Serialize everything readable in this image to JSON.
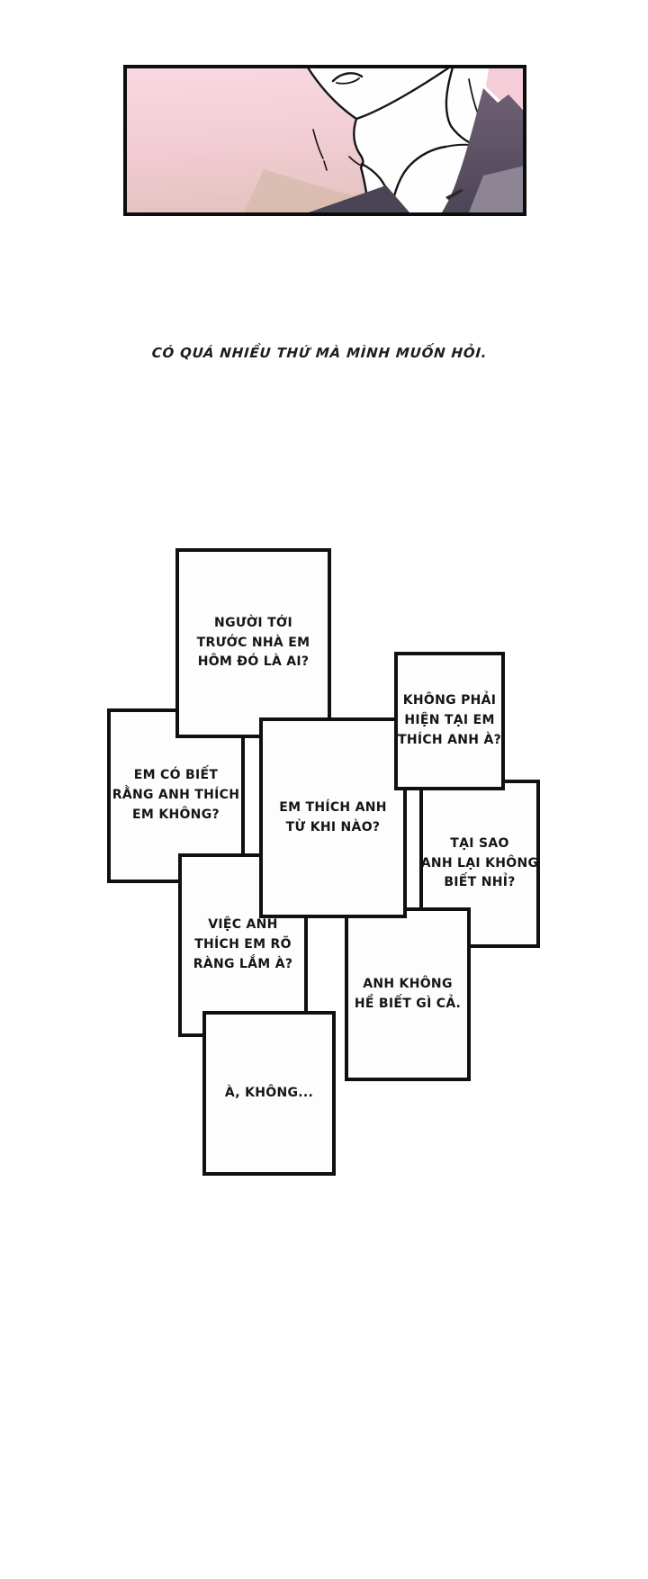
{
  "panel": {
    "illustration": "close-up of a man's chin, neck and white shirt collar with dark jacket on a pink gradient background"
  },
  "caption": {
    "text": "CÓ QUÁ NHIỀU THỨ MÀ MÌNH MUỐN HỎI."
  },
  "thought_boxes": [
    {
      "id": 1,
      "lines": [
        "NGƯỜI TỚI",
        "TRƯỚC NHÀ EM",
        "HÔM ĐÓ LÀ AI?"
      ]
    },
    {
      "id": 2,
      "lines": [
        "KHÔNG PHẢI",
        "HIỆN TẠI EM",
        "THÍCH ANH À?"
      ]
    },
    {
      "id": 3,
      "lines": [
        "EM CÓ BIẾT",
        "RẰNG ANH THÍCH",
        "EM KHÔNG?"
      ]
    },
    {
      "id": 4,
      "lines": [
        "EM THÍCH ANH",
        "TỪ KHI NÀO?"
      ]
    },
    {
      "id": 5,
      "lines": [
        "TẠI SAO",
        "ANH LẠI KHÔNG",
        "BIẾT NHỈ?"
      ]
    },
    {
      "id": 6,
      "lines": [
        "VIỆC ANH",
        "THÍCH EM RÕ",
        "RÀNG LẮM À?"
      ]
    },
    {
      "id": 7,
      "lines": [
        "ANH KHÔNG",
        "HỀ BIẾT GÌ CẢ."
      ]
    },
    {
      "id": 8,
      "lines": [
        "À, KHÔNG..."
      ]
    }
  ],
  "colors": {
    "page_bg": "#ffffff",
    "box_border": "#101010",
    "ink": "#151515",
    "panel_pink_top": "#f9d8e2",
    "panel_pink_bottom": "#e5c3c1",
    "panel_tan": "#d8bcae",
    "jacket_dark": "#4c4656",
    "jacket_mid": "#705f74",
    "jacket_light": "#8d8593",
    "line_black": "#161616"
  }
}
